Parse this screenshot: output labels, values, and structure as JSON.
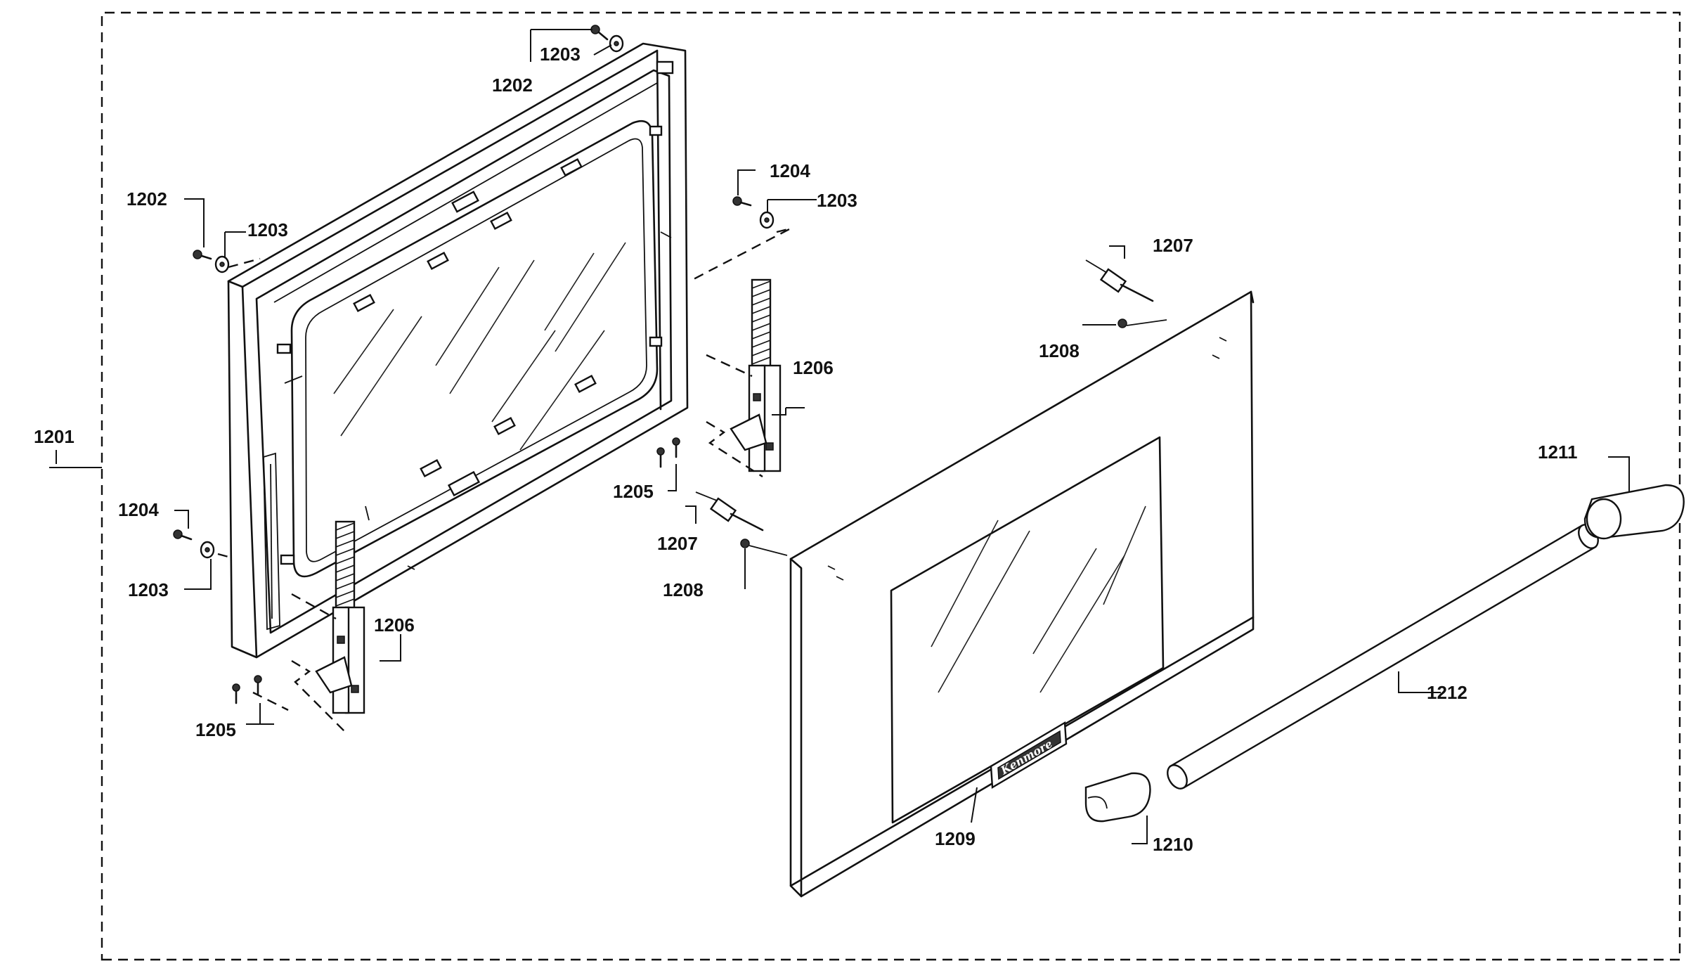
{
  "labels": {
    "l1201": "1201",
    "l1202a": "1202",
    "l1202b": "1202",
    "l1203a": "1203",
    "l1203b": "1203",
    "l1203c": "1203",
    "l1203d": "1203",
    "l1204a": "1204",
    "l1204b": "1204",
    "l1205a": "1205",
    "l1205b": "1205",
    "l1206a": "1206",
    "l1206b": "1206",
    "l1207a": "1207",
    "l1207b": "1207",
    "l1208a": "1208",
    "l1208b": "1208",
    "l1209": "1209",
    "l1210": "1210",
    "l1211": "1211",
    "l1212": "1212"
  },
  "nameplate_text": "Kenmore"
}
